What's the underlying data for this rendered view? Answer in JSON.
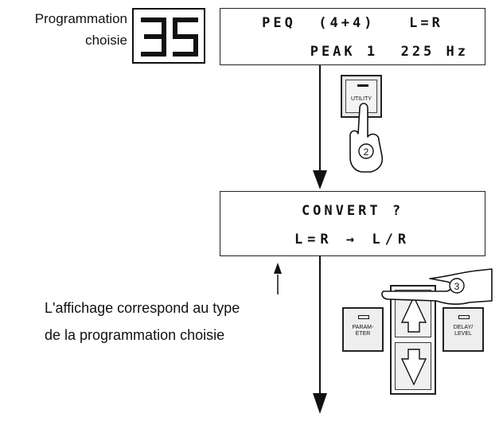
{
  "program": {
    "label_line1": "Programmation",
    "label_line2": "choisie",
    "number": "35"
  },
  "display1": {
    "line1": "PEQ  (4+4)   L=R",
    "line2": "PEAK 1  225 Hz"
  },
  "display2": {
    "line1": "CONVERT ?",
    "line2": "L=R → L/R"
  },
  "buttons": {
    "utility": "UTILITY",
    "parameter": "PARAM-\nETER",
    "delay_level": "DELAY/\nLEVEL"
  },
  "steps": {
    "step2": "2",
    "step3": "3"
  },
  "note": {
    "line1": "L'affichage correspond au type",
    "line2": "de la programmation choisie"
  }
}
